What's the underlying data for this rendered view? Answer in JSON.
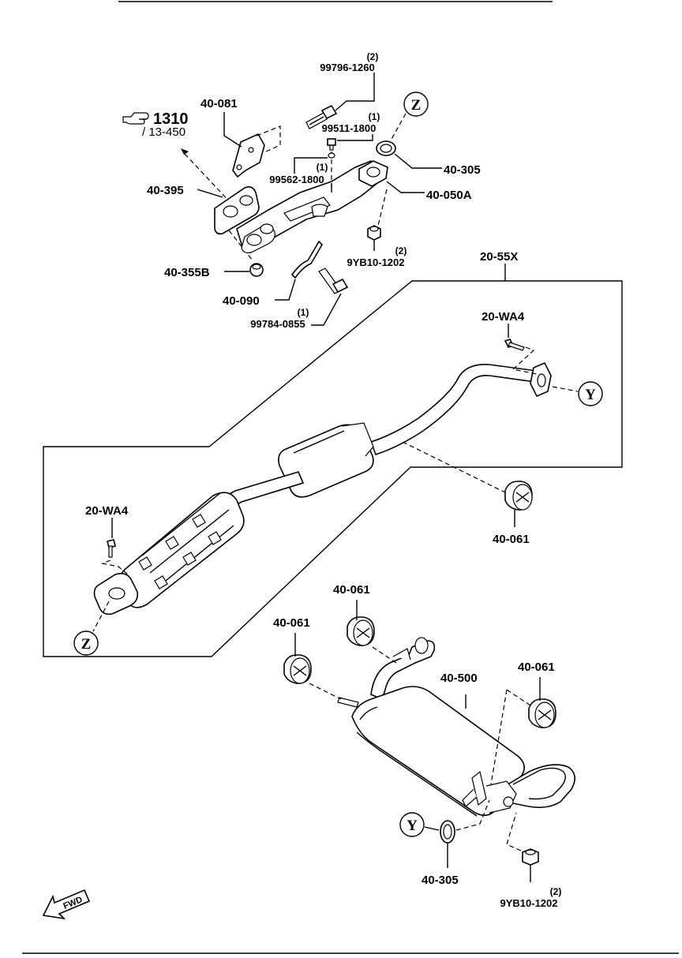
{
  "reference": {
    "number": "1310",
    "section": "/ 13-450"
  },
  "callouts": {
    "z": "Z",
    "y": "Y"
  },
  "labels": {
    "p40_081": "40-081",
    "p40_395": "40-395",
    "p40_355b": "40-355B",
    "p40_090": "40-090",
    "p40_305_top": "40-305",
    "p40_050a": "40-050A",
    "p20_55x": "20-55X",
    "p20_wa4_right": "20-WA4",
    "p20_wa4_left": "20-WA4",
    "p40_061_a": "40-061",
    "p40_061_b": "40-061",
    "p40_061_c": "40-061",
    "p40_061_d": "40-061",
    "p40_500": "40-500",
    "p40_305_bottom": "40-305"
  },
  "fasteners": {
    "f99796": {
      "qty": "(2)",
      "code": "99796-1260"
    },
    "f99511": {
      "qty": "(1)",
      "code": "99511-1800"
    },
    "f99562": {
      "qty": "(1)",
      "code": "99562-1800"
    },
    "f9yb10_top": {
      "qty": "(2)",
      "code": "9YB10-1202"
    },
    "f99784": {
      "qty": "(1)",
      "code": "99784-0855"
    },
    "f9yb10_bottom": {
      "qty": "(2)",
      "code": "9YB10-1202"
    }
  },
  "fwd": "FWD"
}
